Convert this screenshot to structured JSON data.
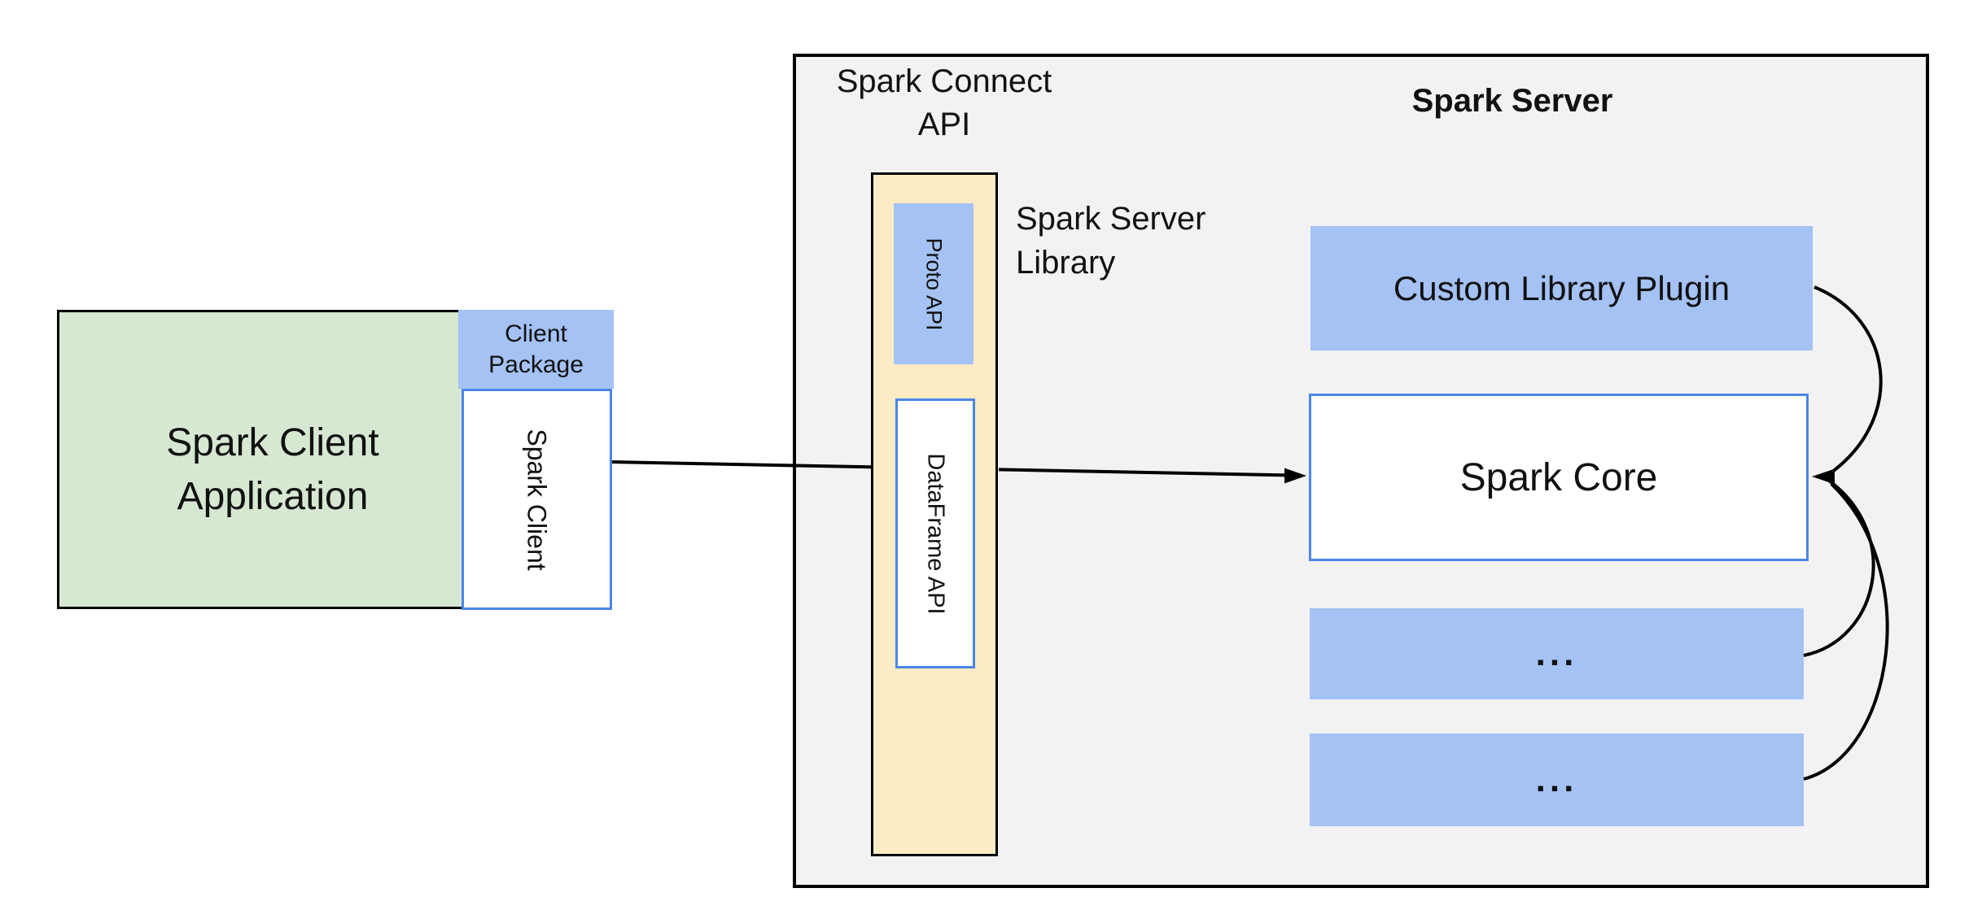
{
  "colors": {
    "canvas_bg": "#ffffff",
    "server_bg": "#f2f2f2",
    "client_app_fill": "#d7e8d2",
    "accent_blue_fill": "#a4c2f4",
    "library_column_fill": "#fcebc4",
    "blue_border": "#4a86e8",
    "line_black": "#000000"
  },
  "client": {
    "app_label": "Spark Client\nApplication",
    "package_label": "Client Package",
    "client_label": "Spark Client"
  },
  "connect": {
    "api_label": "Spark Connect\nAPI",
    "server_library_label": "Spark Server\nLibrary",
    "proto_label": "Proto API",
    "dataframe_label": "DataFrame API"
  },
  "server": {
    "title": "Spark Server",
    "plugin_label": "Custom Library Plugin",
    "core_label": "Spark Core",
    "module1_label": "...",
    "module2_label": "..."
  }
}
